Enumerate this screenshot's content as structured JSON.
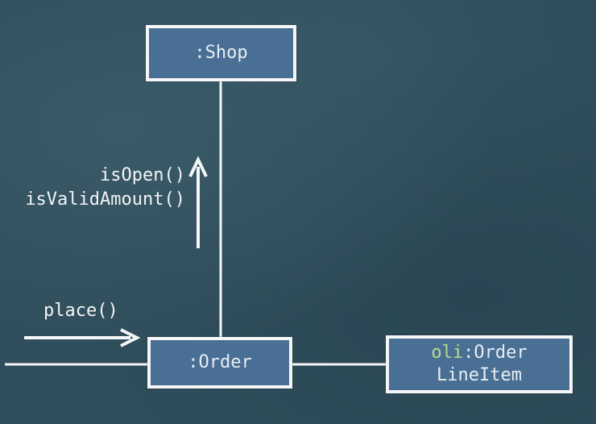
{
  "objects": {
    "shop": {
      "label": ":Shop"
    },
    "order": {
      "label": ":Order"
    },
    "order_line_item": {
      "role": "oli",
      "type_line1": ":Order",
      "type_line2": "LineItem"
    }
  },
  "messages": {
    "is_open": "isOpen()",
    "is_valid_amount": "isValidAmount()",
    "place": "place()"
  },
  "colors": {
    "object_fill": "#4a6f95",
    "object_border": "#f4f6f8",
    "role_text": "#b8d88a",
    "background": "#2f4d5b"
  }
}
